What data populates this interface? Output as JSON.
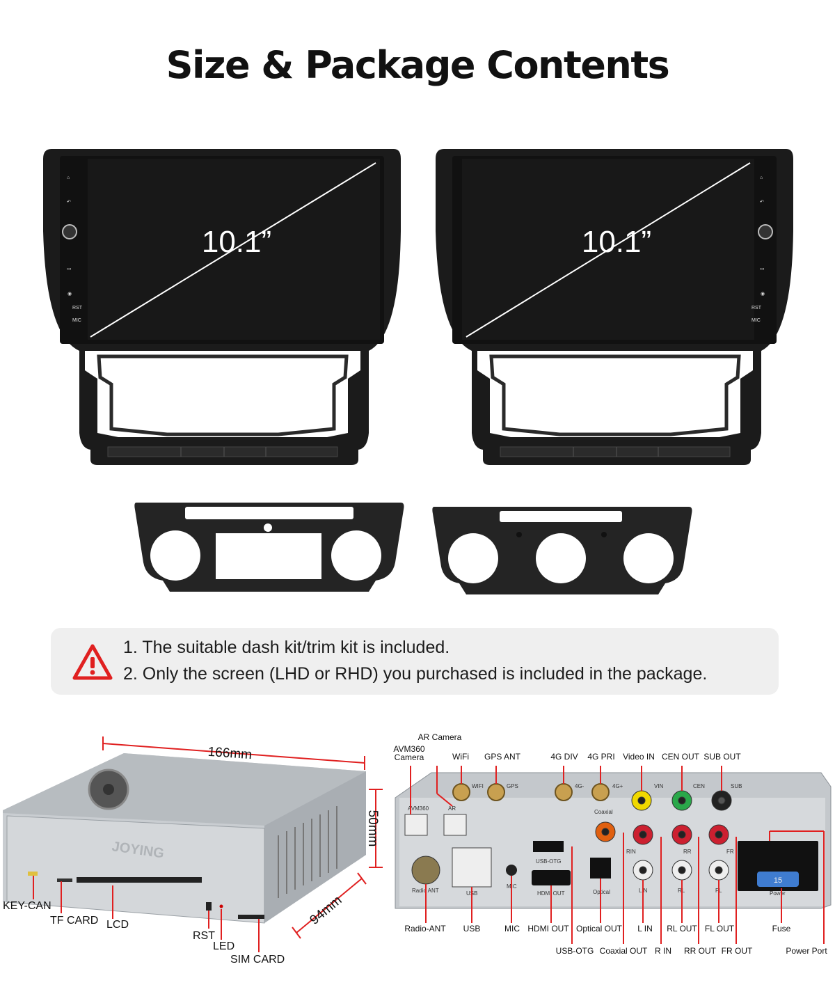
{
  "title": "Size & Package Contents",
  "units": [
    {
      "size_label": "10.1”",
      "button_labels": [
        "RST",
        "MIC"
      ]
    },
    {
      "size_label": "10.1”",
      "button_labels": [
        "RST",
        "MIC"
      ]
    }
  ],
  "notice": {
    "icon": "warning-triangle-icon",
    "line1": "1. The suitable dash kit/trim kit is included.",
    "line2": "2. Only the screen (LHD or RHD) you purchased is included in the package."
  },
  "box": {
    "dim_width": "166mm",
    "dim_height": "50mm",
    "dim_depth": "94mm",
    "brand": "JOYING",
    "callouts": [
      "KEY-CAN",
      "TF CARD",
      "LCD",
      "RST",
      "LED",
      "SIM CARD"
    ]
  },
  "ports": {
    "top_labels": {
      "ar_camera": "AR Camera",
      "avm360": "AVM360",
      "camera": "Camera",
      "wifi": "WiFi",
      "gps_ant": "GPS ANT",
      "4g_div": "4G DIV",
      "4g_pri": "4G PRI",
      "video_in": "Video IN",
      "cen_out": "CEN OUT",
      "sub_out": "SUB OUT"
    },
    "bottom_labels": {
      "radio_ant": "Radio-ANT",
      "usb": "USB",
      "mic": "MIC",
      "hdmi_out": "HDMI OUT",
      "optical_out": "Optical OUT",
      "l_in": "L IN",
      "rl_out": "RL OUT",
      "fl_out": "FL OUT",
      "fuse": "Fuse",
      "usb_otg": "USB-OTG",
      "coaxial_out": "Coaxial OUT",
      "r_in": "R IN",
      "rr_out": "RR OUT",
      "fr_out": "FR OUT",
      "power_port": "Power Port"
    },
    "panel_labels": {
      "wifi": "WIFI",
      "gps": "GPS",
      "4g_minus": "4G-",
      "4g_plus": "4G+",
      "vin": "VIN",
      "cen": "CEN",
      "sub": "SUB",
      "avm360": "AVM360",
      "ar": "AR",
      "coaxial": "Coaxial",
      "rin": "RIN",
      "rr": "RR",
      "fr": "FR",
      "usb_otg": "USB-OTG",
      "radio_ant": "Radio ANT",
      "usb": "USB",
      "mic": "MIC",
      "hdmi_out": "HDMI OUT",
      "optical": "Optical",
      "lin": "LIN",
      "rl": "RL",
      "fl": "FL",
      "power": "Power",
      "fuse_value": "15"
    }
  }
}
